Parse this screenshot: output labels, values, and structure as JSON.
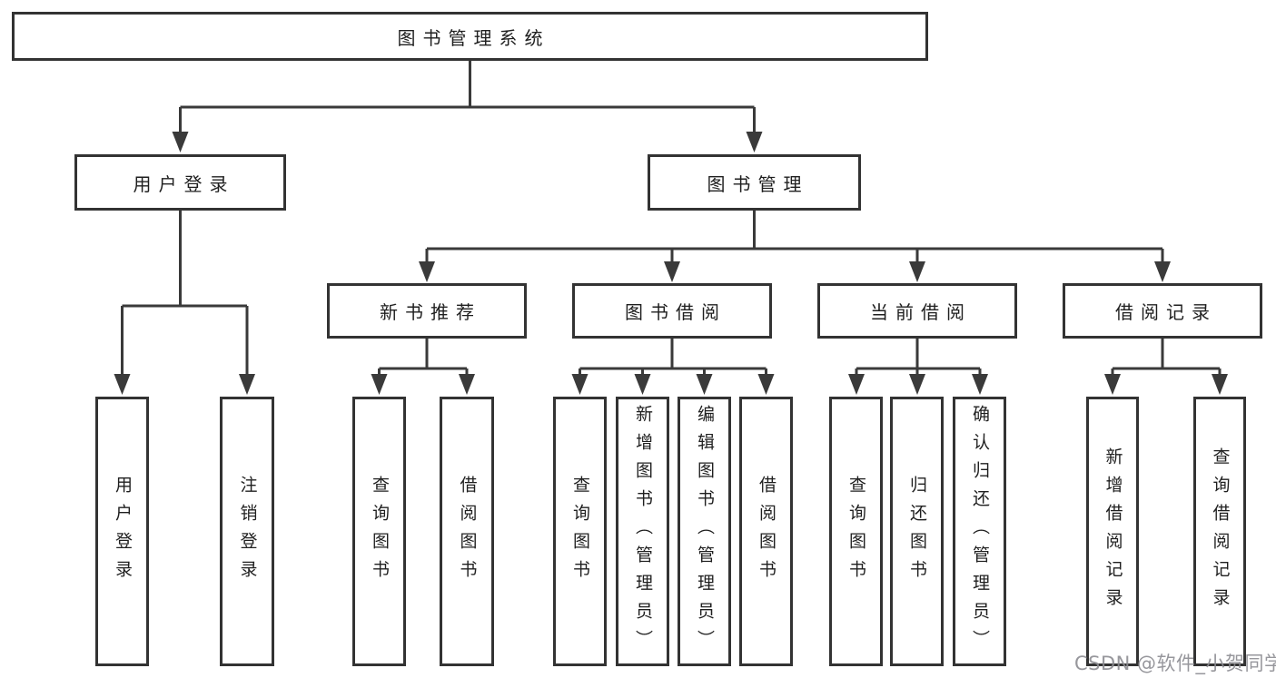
{
  "diagram": {
    "tree": {
      "label": "图书管理系统",
      "children": [
        {
          "label": "用户登录",
          "children": [
            {
              "label": "用户登录"
            },
            {
              "label": "注销登录"
            }
          ]
        },
        {
          "label": "图书管理",
          "children": [
            {
              "label": "新书推荐",
              "children": [
                {
                  "label": "查询图书"
                },
                {
                  "label": "借阅图书"
                }
              ]
            },
            {
              "label": "图书借阅",
              "children": [
                {
                  "label": "查询图书"
                },
                {
                  "label": "新增图书（管理员）"
                },
                {
                  "label": "编辑图书（管理员）"
                },
                {
                  "label": "借阅图书"
                }
              ]
            },
            {
              "label": "当前借阅",
              "children": [
                {
                  "label": "查询图书"
                },
                {
                  "label": "归还图书"
                },
                {
                  "label": "确认归还（管理员）"
                }
              ]
            },
            {
              "label": "借阅记录",
              "children": [
                {
                  "label": "新增借阅记录"
                },
                {
                  "label": "查询借阅记录"
                }
              ]
            }
          ]
        }
      ]
    }
  },
  "watermark": {
    "text": "CSDN @软件_小贺同学"
  },
  "colors": {
    "line": "#3a3a3a",
    "box_border": "#333333",
    "text": "#1f1f1f",
    "watermark_text": "#8c8c91",
    "background": "#ffffff"
  }
}
